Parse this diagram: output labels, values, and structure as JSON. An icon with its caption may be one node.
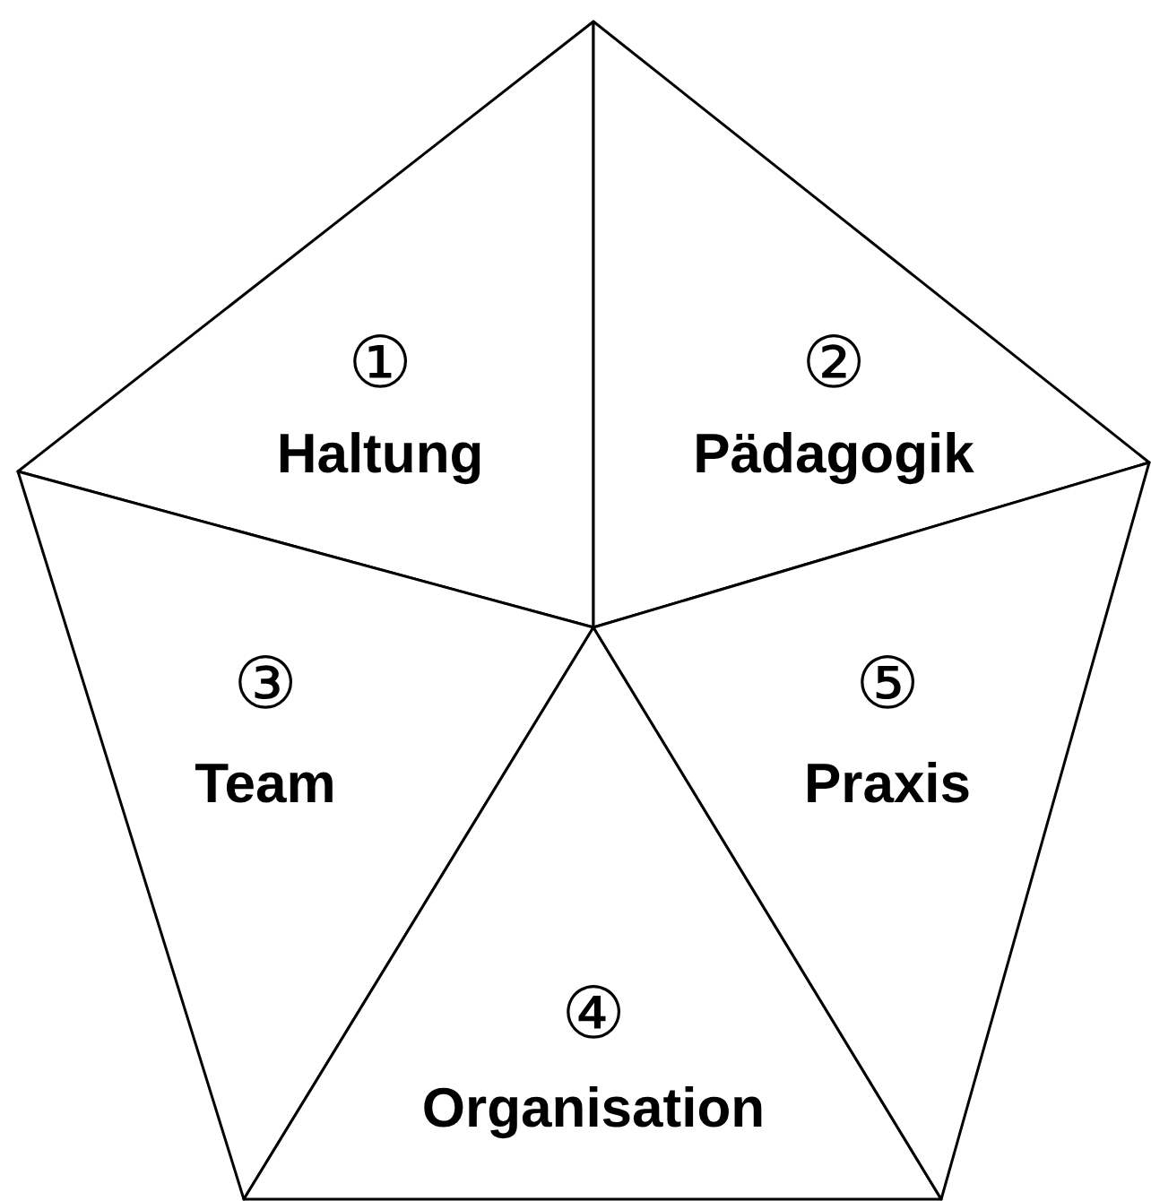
{
  "diagram": {
    "nodes": [
      {
        "text": [
          "①",
          "Haltung"
        ]
      },
      {
        "text": [
          "②",
          "Pädagogik"
        ]
      },
      {
        "text": [
          "③",
          "Team"
        ]
      },
      {
        "text": [
          "④",
          "Organisation"
        ]
      },
      {
        "text": [
          "⑤",
          "Praxis"
        ]
      }
    ]
  }
}
